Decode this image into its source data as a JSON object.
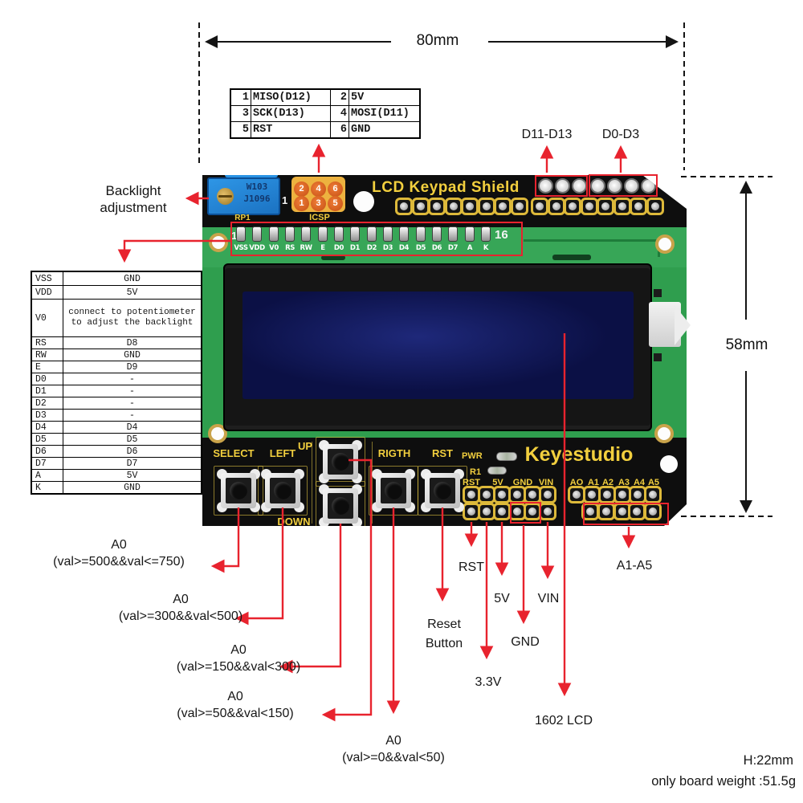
{
  "dimensions": {
    "width": "80mm",
    "height": "58mm",
    "thickness": "H:22mm",
    "weight": "only board weight :51.5g"
  },
  "icsp_pin_map_table": {
    "rows": [
      [
        "1",
        "MISO(D12)",
        "2",
        "5V"
      ],
      [
        "3",
        "SCK(D13)",
        "4",
        "MOSI(D11)"
      ],
      [
        "5",
        "RST",
        "6",
        "GND"
      ]
    ]
  },
  "lcd_pin_table": {
    "pins": [
      "VSS",
      "VDD",
      "V0",
      "RS",
      "RW",
      "E",
      "D0",
      "D1",
      "D2",
      "D3",
      "D4",
      "D5",
      "D6",
      "D7",
      "A",
      "K"
    ],
    "values": [
      "GND",
      "5V",
      "",
      "D8",
      "GND",
      "D9",
      "-",
      "-",
      "-",
      "-",
      "D4",
      "D5",
      "D6",
      "D7",
      "5V",
      "GND"
    ],
    "v0_line1": "connect to potentiometer",
    "v0_line2": "to adjust the backlight"
  },
  "board": {
    "title": "LCD Keypad Shield",
    "brand": "Keyestudio",
    "pot": {
      "line1": "W103",
      "line2": "J1096",
      "label": "RP1"
    },
    "icsp": {
      "label": "ICSP",
      "pin1_marker": "1",
      "numbers": [
        "2",
        "4",
        "6",
        "1",
        "3",
        "5"
      ]
    },
    "lcd_header": {
      "first": "1",
      "last": "16",
      "pins": [
        "VSS",
        "VDD",
        "V0",
        "RS",
        "RW",
        "E",
        "D0",
        "D1",
        "D2",
        "D3",
        "D4",
        "D5",
        "D6",
        "D7",
        "A",
        "K"
      ]
    },
    "buttons": {
      "select": "SELECT",
      "left": "LEFT",
      "up": "UP",
      "down": "DOWN",
      "right": "RIGTH",
      "reset": "RST"
    },
    "leds": {
      "pwr": "PWR",
      "r1": "R1"
    },
    "power_header": [
      "RST",
      "5V",
      "GND",
      "VIN"
    ],
    "analog_header": [
      "AO",
      "A1",
      "A2",
      "A3",
      "A4",
      "A5"
    ]
  },
  "callouts": {
    "backlight": {
      "line1": "Backlight",
      "line2": "adjustment"
    },
    "d11_d13": "D11-D13",
    "d0_d3": "D0-D3",
    "button_values": [
      {
        "pin": "A0",
        "range": "(val>=500&&val<=750)"
      },
      {
        "pin": "A0",
        "range": "(val>=300&&val<500)"
      },
      {
        "pin": "A0",
        "range": "(val>=150&&val<300)"
      },
      {
        "pin": "A0",
        "range": "(val>=50&&val<150)"
      },
      {
        "pin": "A0",
        "range": "(val>=0&&val<50)"
      }
    ],
    "rst": "RST",
    "v5": "5V",
    "vin": "VIN",
    "gnd": "GND",
    "v33": "3.3V",
    "reset_button": {
      "line1": "Reset",
      "line2": "Button"
    },
    "lcd_1602": "1602 LCD",
    "a1_a5": "A1-A5"
  },
  "colors": {
    "annotation_red": "#e8232e",
    "pcb_green": "#2f9e4e",
    "silk_yellow": "#f2cf3e",
    "lcd_blue": "#0b1045",
    "pot_blue": "#2e96e6"
  }
}
